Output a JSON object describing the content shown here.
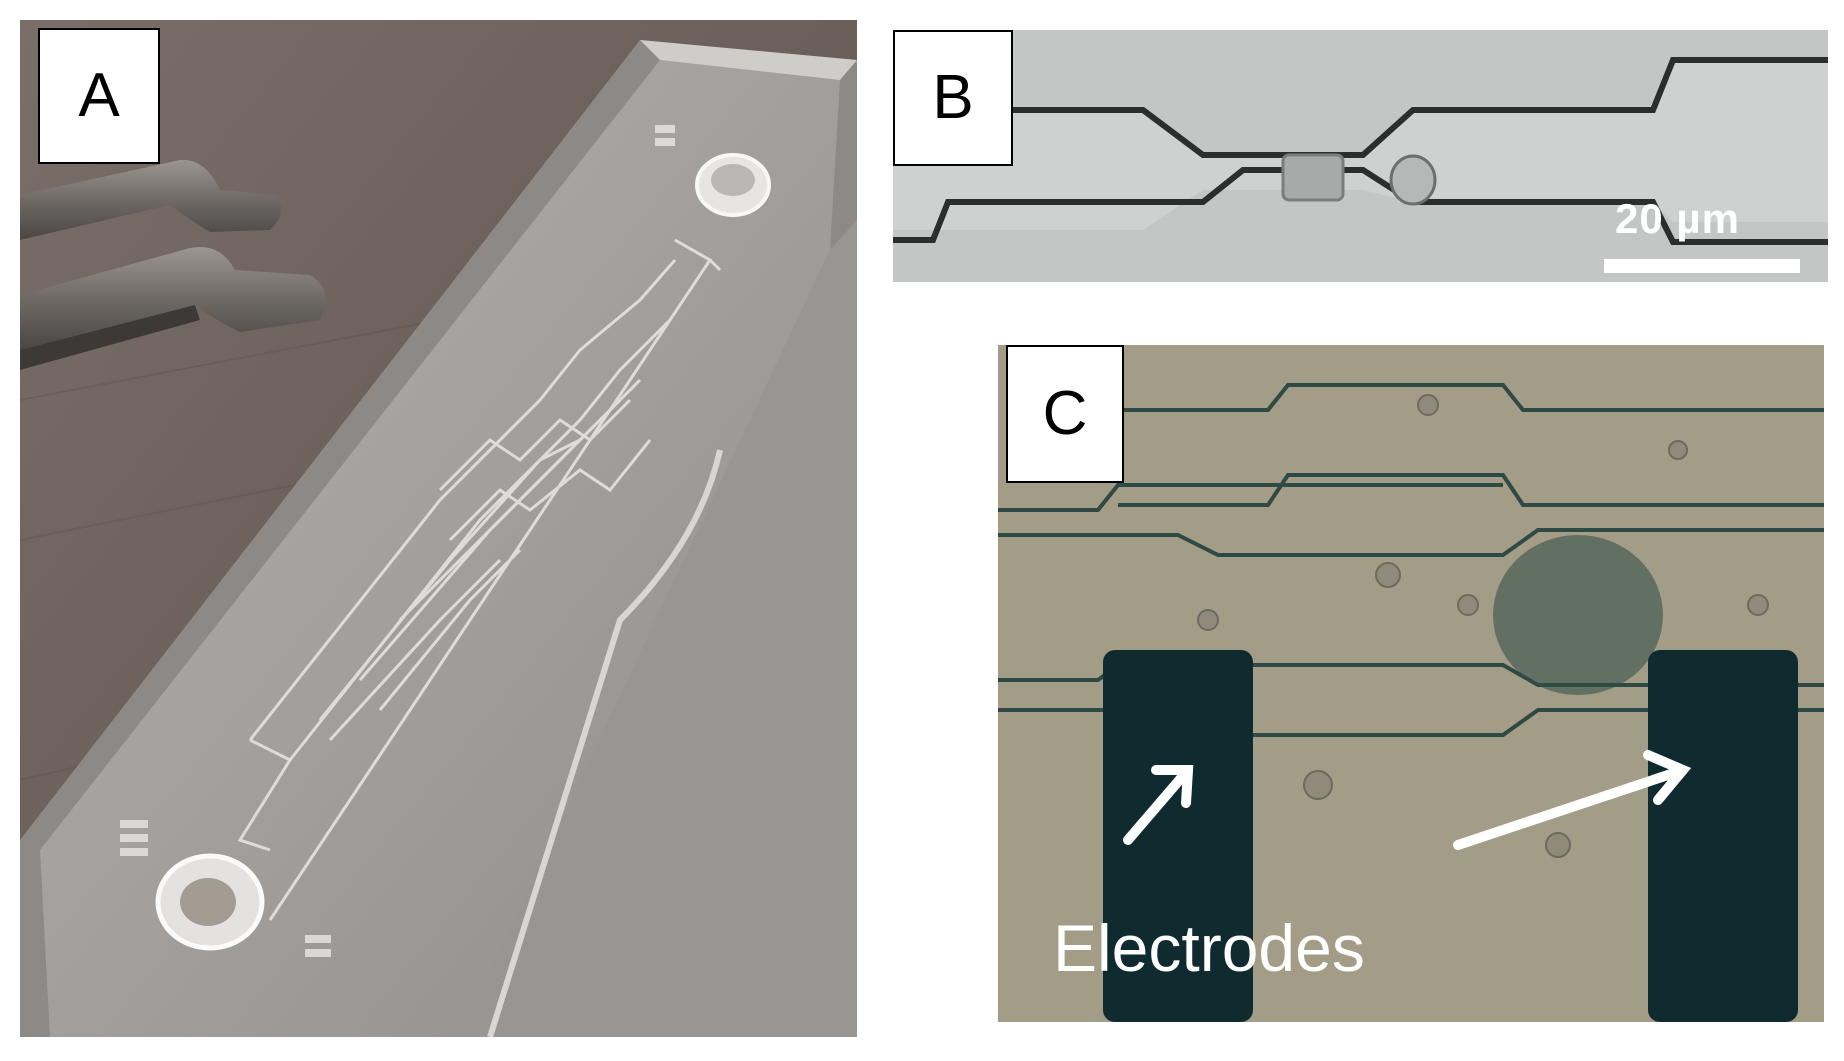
{
  "panels": {
    "a": {
      "label": "A"
    },
    "b": {
      "label": "B",
      "scale_bar_text": "20 µm"
    },
    "c": {
      "label": "C",
      "annotation": "Electrodes"
    }
  },
  "colors": {
    "background": "#ffffff",
    "table_wood": "#6e625c",
    "chip_glass": "#a5a3a0",
    "micrograph_gray": "#c6c8c7",
    "micrograph_tan": "#a39b85",
    "electrode_dark": "#0f2b30"
  }
}
